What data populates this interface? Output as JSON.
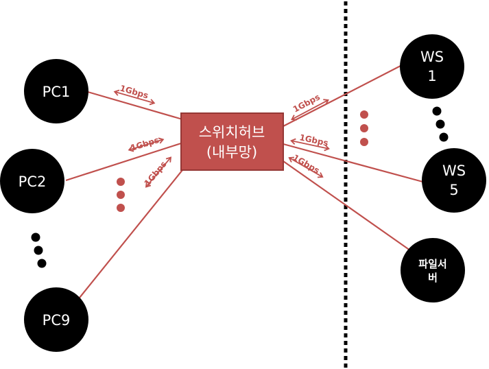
{
  "hub": {
    "line1": "스위치허브",
    "line2": "(내부망)"
  },
  "nodes": {
    "pc1": "PC1",
    "pc2": "PC2",
    "pc9": "PC9",
    "ws1_line1": "WS",
    "ws1_line2": "1",
    "ws5_line1": "WS",
    "ws5_line2": "5",
    "fileserver_line1": "파일서",
    "fileserver_line2": "버"
  },
  "link_speed": "1Gbps",
  "colors": {
    "link": "#c0504d",
    "hub_fill": "#c0504d",
    "hub_border": "#953735",
    "node": "#000000"
  }
}
